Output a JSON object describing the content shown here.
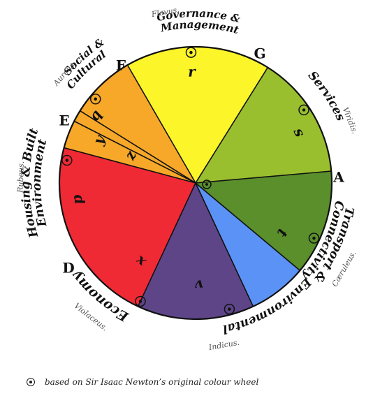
{
  "sectors": [
    {
      "id": "transport",
      "color": "#5a8f2c",
      "inner": "t",
      "label_lines": [
        "Transport &",
        "Connectivity"
      ]
    },
    {
      "id": "environmental",
      "color": "#5b92f5",
      "inner": "v",
      "label_lines": [
        "Environmental"
      ]
    },
    {
      "id": "economy",
      "color": "#5e4588",
      "inner": "x",
      "label_lines": [
        "Economy"
      ]
    },
    {
      "id": "housing",
      "color": "#f02a35",
      "inner": "p",
      "label_lines": [
        "Housing & Built",
        "Environment"
      ]
    },
    {
      "id": "social",
      "color": "#f7a829",
      "inner": "q",
      "label_lines": [
        "Social &",
        "Cultural"
      ]
    },
    {
      "id": "governance",
      "color": "#fbf52a",
      "inner": "r",
      "label_lines": [
        "Governance &",
        "Management"
      ]
    },
    {
      "id": "services",
      "color": "#99bf2e",
      "inner": "s",
      "label_lines": [
        "Services"
      ]
    }
  ],
  "boundary_letters": [
    "A",
    "D",
    "E",
    "F",
    "G"
  ],
  "small_inner_letters": [
    "z",
    "y"
  ],
  "latin_names": [
    "Flavus.",
    "Viridis.",
    "Cæruleus.",
    "Indicus.",
    "Violaceus.",
    "Rubeus.",
    "Aureus."
  ],
  "footer": {
    "symbol": "sun-symbol-icon",
    "text": "based on Sir Isaac Newton’s original colour wheel"
  }
}
